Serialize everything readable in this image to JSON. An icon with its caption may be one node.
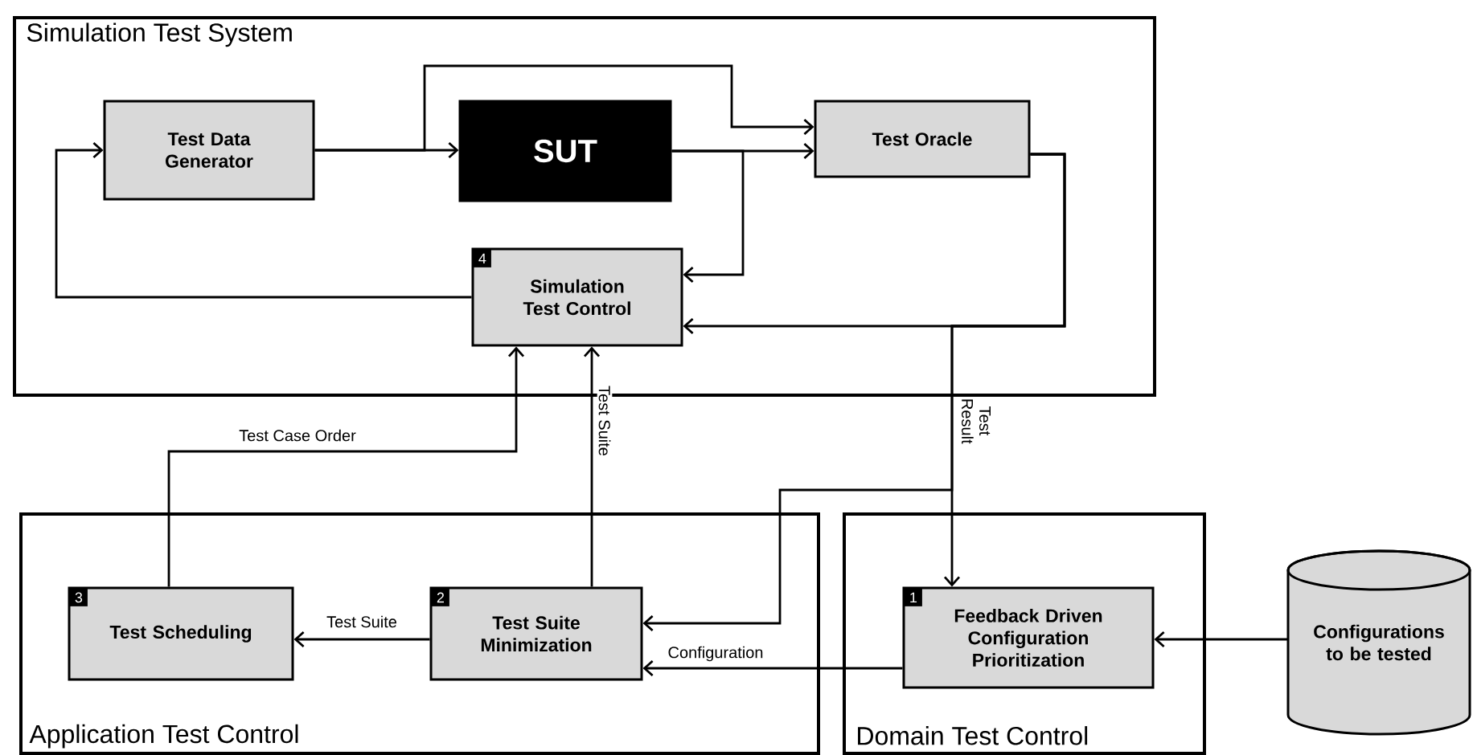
{
  "diagram": {
    "nodes": [
      {
        "text": [
          "Simulation Test System"
        ]
      },
      {
        "text": [
          "Test Data Generator"
        ],
        "in": 0
      },
      {
        "text": [
          "SUT"
        ],
        "in": 0
      },
      {
        "text": [
          "Test Oracle"
        ],
        "in": 0
      },
      {
        "text": [
          "4",
          "Simulation Test Control"
        ],
        "in": 0
      },
      {
        "text": [
          "Application Test Control"
        ]
      },
      {
        "text": [
          "3",
          "Test Scheduling"
        ],
        "in": 5
      },
      {
        "text": [
          "2",
          "Test Suite Minimization"
        ],
        "in": 5
      },
      {
        "text": [
          "Domain Test Control"
        ]
      },
      {
        "text": [
          "1",
          "Feedback Driven Configuration Prioritization"
        ],
        "in": 8
      },
      {
        "text": [
          "Configurations to be tested"
        ]
      }
    ],
    "edges": [
      {
        "from": 1,
        "to": 2,
        "arrow": "to"
      },
      {
        "from": 1,
        "to": 3,
        "arrow": "to"
      },
      {
        "from": 2,
        "to": 3,
        "arrow": "to"
      },
      {
        "from": 2,
        "to": 4,
        "arrow": "to"
      },
      {
        "from": 4,
        "to": 1,
        "arrow": "to"
      },
      {
        "from": 3,
        "to": 4,
        "arrow": "to"
      },
      {
        "from": 3,
        "to": 9,
        "arrow": "to",
        "label": "Test Result"
      },
      {
        "from": 3,
        "to": 7,
        "arrow": "to"
      },
      {
        "from": 7,
        "to": 4,
        "arrow": "to",
        "label": "Test Suite"
      },
      {
        "from": 7,
        "to": 6,
        "arrow": "to",
        "label": "Test Suite"
      },
      {
        "from": 6,
        "to": 4,
        "arrow": "to",
        "label": "Test Case Order"
      },
      {
        "from": 9,
        "to": 7,
        "arrow": "to",
        "label": "Configuration"
      },
      {
        "from": 10,
        "to": 9,
        "arrow": "to"
      }
    ]
  }
}
